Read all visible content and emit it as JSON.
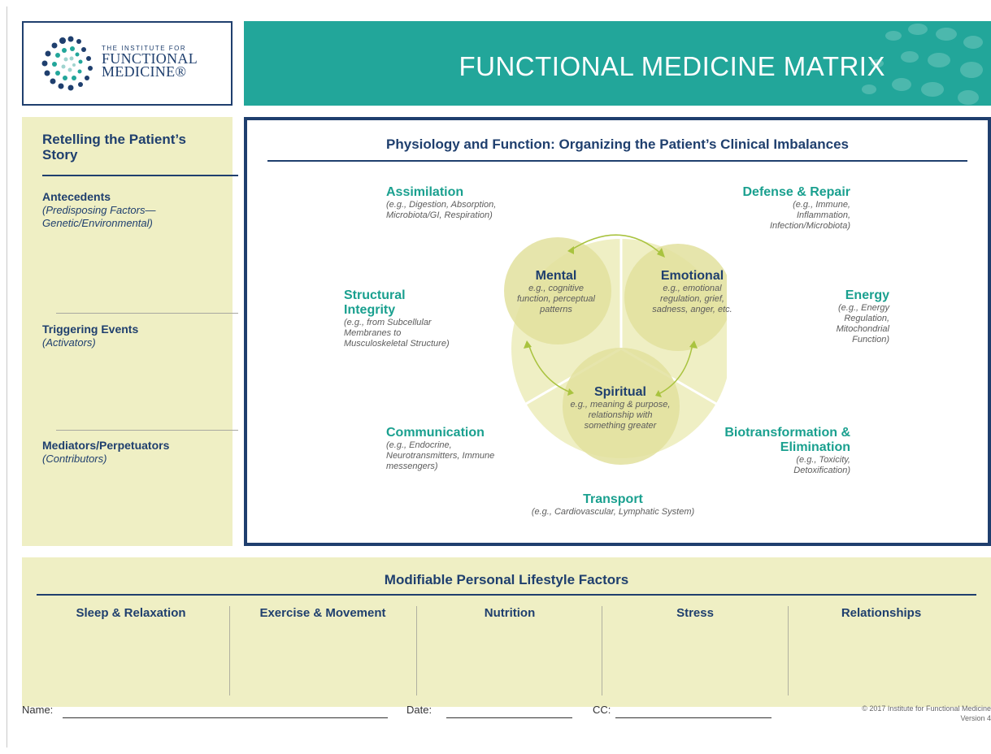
{
  "logo": {
    "line1": "THE INSTITUTE FOR",
    "line2": "FUNCTIONAL",
    "line3": "MEDICINE®"
  },
  "banner": {
    "title": "FUNCTIONAL MEDICINE MATRIX",
    "color": "#22a69a"
  },
  "story": {
    "title": "Retelling the Patient’s Story",
    "sections": [
      {
        "head": "Antecedents",
        "sub": "(Predisposing Factors—Genetic/Environmental)"
      },
      {
        "head": "Triggering Events",
        "sub": "(Activators)"
      },
      {
        "head": "Mediators/Perpetuators",
        "sub": "(Contributors)"
      }
    ]
  },
  "matrix": {
    "title": "Physiology and Function: Organizing the Patient’s Clinical Imbalances",
    "nodes": {
      "assimilation": {
        "head": "Assimilation",
        "ex": "(e.g., Digestion, Absorption, Microbiota/GI, Respiration)"
      },
      "defense": {
        "head": "Defense & Repair",
        "ex": "(e.g., Immune, Inflammation, Infection/Microbiota)"
      },
      "structural": {
        "head": "Structural Integrity",
        "ex": "(e.g., from Subcellular Membranes to Musculoskeletal Structure)"
      },
      "energy": {
        "head": "Energy",
        "ex": "(e.g., Energy Regulation, Mitochondrial Function)"
      },
      "communication": {
        "head": "Communication",
        "ex": "(e.g., Endocrine, Neurotransmitters, Immune messengers)"
      },
      "biotransformation": {
        "head": "Biotransformation & Elimination",
        "ex": "(e.g., Toxicity, Detoxification)"
      },
      "transport": {
        "head": "Transport",
        "ex": "(e.g., Cardiovascular, Lymphatic System)"
      }
    },
    "circles": {
      "mental": {
        "head": "Mental",
        "ex": "e.g., cognitive function, perceptual patterns"
      },
      "emotional": {
        "head": "Emotional",
        "ex": "e.g., emotional regulation, grief, sadness, anger, etc."
      },
      "spiritual": {
        "head": "Spiritual",
        "ex": "e.g., meaning & purpose, relationship with something greater"
      }
    }
  },
  "lifestyle": {
    "title": "Modifiable Personal Lifestyle Factors",
    "factors": [
      "Sleep & Relaxation",
      "Exercise & Movement",
      "Nutrition",
      "Stress",
      "Relationships"
    ]
  },
  "footer": {
    "name_label": "Name:",
    "date_label": "Date:",
    "cc_label": "CC:",
    "copyright": "© 2017 Institute for Functional Medicine",
    "version": "Version 4"
  }
}
